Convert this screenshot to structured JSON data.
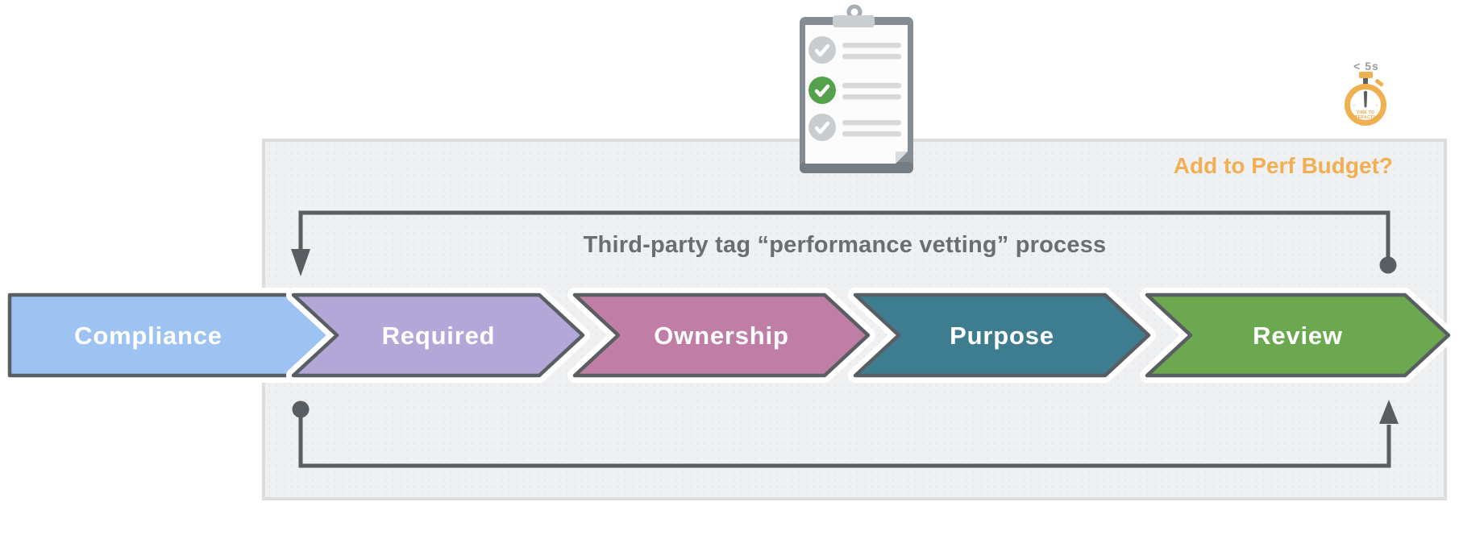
{
  "header": {
    "perf_budget_question": "Add to Perf Budget?",
    "stopwatch_label": "< 5s",
    "stopwatch_caption_line1": "TIME TO",
    "stopwatch_caption_line2": "INTERACTIVE"
  },
  "process": {
    "title": "Third-party tag “performance vetting” process",
    "stages": [
      {
        "label": "Compliance",
        "color": "#9DC3F2"
      },
      {
        "label": "Required",
        "color": "#B2A7D7"
      },
      {
        "label": "Ownership",
        "color": "#C07DA6"
      },
      {
        "label": "Purpose",
        "color": "#3E7D90"
      },
      {
        "label": "Review",
        "color": "#6CA850"
      }
    ]
  },
  "clipboard": {
    "items": [
      {
        "check_color": "#C9CDD0"
      },
      {
        "check_color": "#56A14C"
      },
      {
        "check_color": "#C9CDD0"
      }
    ]
  },
  "colors": {
    "accent_amber": "#EFAF52",
    "line_gray": "#595E62",
    "title_gray": "#6A6E71",
    "panel_fill": "#EFF0F1",
    "panel_border": "#DBDCDD",
    "stage_border": "#595E62",
    "stage_text": "#FFFFFF",
    "check_green": "#56A14C",
    "check_muted": "#C9CDD0"
  }
}
